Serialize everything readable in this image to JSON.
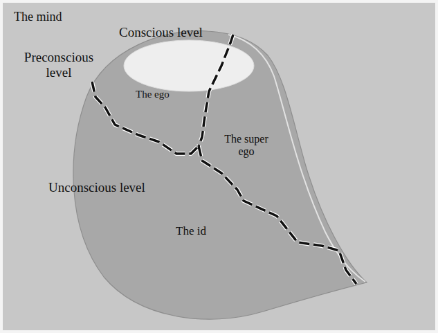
{
  "diagram": {
    "title": "The mind",
    "nodes": [
      {
        "text": [
          "The ego",
          "The super ego",
          "Unconscious level",
          "The id"
        ]
      },
      {
        "text": [
          "Conscious level"
        ],
        "in": 0
      }
    ],
    "labels": [
      "Preconscious level"
    ]
  }
}
